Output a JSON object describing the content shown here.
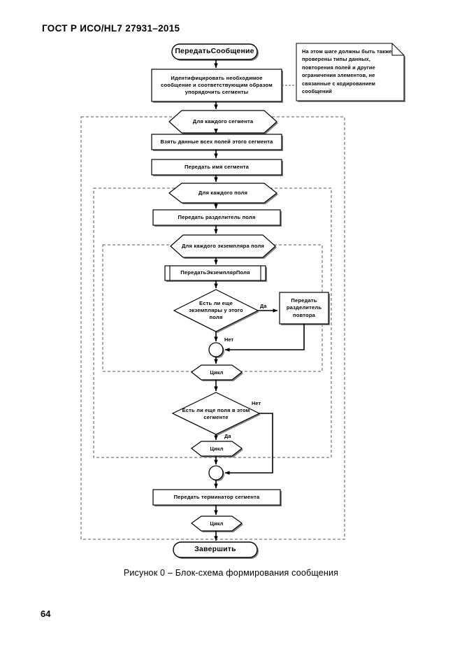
{
  "document": {
    "header": "ГОСТ Р ИСО/HL7 27931–2015",
    "page_number": "64",
    "figure_caption": "Рисунок 0 – Блок-схема формирования сообщения"
  },
  "colors": {
    "stroke": "#000000",
    "fill": "#ffffff",
    "shadow": "#808080",
    "dashed_loop": "#555555",
    "background": "#ffffff"
  },
  "diagram": {
    "type": "flowchart",
    "title": "Блок-схема формирования сообщения",
    "nodes": {
      "start": {
        "shape": "terminator",
        "label": "ПередатьСообщение"
      },
      "identify": {
        "shape": "process",
        "label": "Идентифицировать необходимое сообщение и соответствующим образом упорядочить сегменты"
      },
      "note": {
        "shape": "note",
        "label": "На этом шаге должны быть также проверены типы данных, повторения полей и другие ограничения элементов, не связанные с кодированием сообщений"
      },
      "for_each_segment": {
        "shape": "loop-start",
        "label": "Для каждого сегмента"
      },
      "take_fields": {
        "shape": "process",
        "label": "Взять данные всех полей этого сегмента"
      },
      "send_segment_name": {
        "shape": "process",
        "label": "Передать имя сегмента"
      },
      "for_each_field": {
        "shape": "loop-start",
        "label": "Для каждого поля"
      },
      "send_field_separator": {
        "shape": "process",
        "label": "Передать разделитель поля"
      },
      "for_each_instance": {
        "shape": "loop-start",
        "label": "Для каждого экземпляра поля"
      },
      "send_field_instance": {
        "shape": "predefined-process",
        "label": "ПередатьЭкземплярПоля"
      },
      "more_instances": {
        "shape": "decision",
        "label": "Есть ли еще экземпляры у этого поля"
      },
      "send_repeat_separator": {
        "shape": "process",
        "label": "Передать разделитель повтора"
      },
      "merge_instance": {
        "shape": "connector",
        "label": ""
      },
      "loop_instance_end": {
        "shape": "loop-end",
        "label": "Цикл"
      },
      "more_fields": {
        "shape": "decision",
        "label": "Есть ли еще поля в этом сегменте"
      },
      "loop_field_end": {
        "shape": "loop-end",
        "label": "Цикл"
      },
      "merge_field": {
        "shape": "connector",
        "label": ""
      },
      "send_segment_terminator": {
        "shape": "process",
        "label": "Передать терминатор сегмента"
      },
      "loop_segment_end": {
        "shape": "loop-end",
        "label": "Цикл"
      },
      "end": {
        "shape": "terminator",
        "label": "Завершить"
      }
    },
    "edge_labels": {
      "instances_yes": "Да",
      "instances_no": "Нет",
      "fields_no": "Нет",
      "fields_yes": "Да"
    },
    "loop_frames": [
      {
        "name": "segment-loop",
        "label": "Для каждого сегмента"
      },
      {
        "name": "field-loop",
        "label": "Для каждого поля"
      },
      {
        "name": "instance-loop",
        "label": "Для каждого экземпляра поля"
      }
    ]
  }
}
